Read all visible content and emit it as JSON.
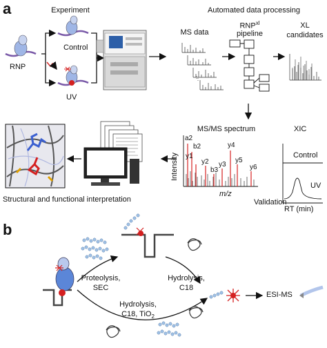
{
  "panel_a": {
    "label": "a",
    "experiment": "Experiment",
    "rnp": "RNP",
    "control": "Control",
    "uv": "UV",
    "automated": "Automated data processing",
    "ms_data": "MS data",
    "rnpxl_main": "RNP",
    "rnpxl_sup": "xl",
    "pipeline": "pipeline",
    "xl": "XL",
    "candidates": "candidates",
    "msms": "MS/MS spectrum",
    "xic": "XIC",
    "intensity": "Intensity",
    "mz": "m/z",
    "validation": "Validation",
    "peaks": [
      "a2",
      "b2",
      "y1",
      "y2",
      "b3",
      "y3",
      "y4",
      "y5",
      "y6"
    ],
    "xic_control": "Control",
    "xic_uv": "UV",
    "rt": "RT (min)",
    "structural": "Structural and functional interpretation"
  },
  "panel_b": {
    "label": "b",
    "proteolysis": "Proteolysis,",
    "sec": "SEC",
    "hydrolysis1": "Hydrolysis,",
    "c18": "C18",
    "hydrolysis2": "Hydrolysis,",
    "c18tio_main": "C18, TiO",
    "c18tio_sub": "2",
    "esims": "ESI-MS"
  },
  "colors": {
    "red": "#d42020",
    "blue": "#3a5fd0",
    "lightblue": "#9fb6e6",
    "gray": "#888888"
  }
}
